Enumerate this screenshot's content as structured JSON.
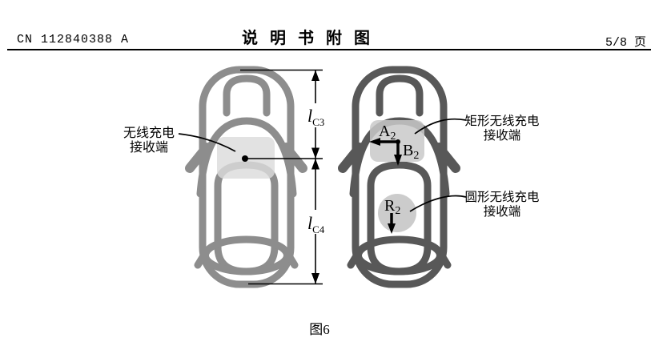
{
  "header": {
    "patent_number": "CN 112840388 A",
    "title": "说明书附图",
    "page_indicator": "5/8 页"
  },
  "figure": {
    "caption": "图6",
    "left_car": {
      "receiver_label": "无线充电\n接收端",
      "dim_top": {
        "main": "l",
        "sub": "C3"
      },
      "dim_bottom": {
        "main": "l",
        "sub": "C4"
      }
    },
    "right_car": {
      "rect_receiver_label": "矩形无线充电\n接收端",
      "circle_receiver_label": "圆形无线充电\n接收端",
      "marker_a": {
        "main": "A",
        "sub": "2"
      },
      "marker_b": {
        "main": "B",
        "sub": "2"
      },
      "marker_r": {
        "main": "R",
        "sub": "2"
      }
    },
    "colors": {
      "left_car_stroke": "#8d8d8d",
      "right_car_stroke": "#585858",
      "left_pad_fill": "#dcdcdc",
      "rect_pad_fill": "#c9c9c9",
      "circle_pad_fill": "#c6c6c6",
      "annotation": "#000000"
    }
  }
}
